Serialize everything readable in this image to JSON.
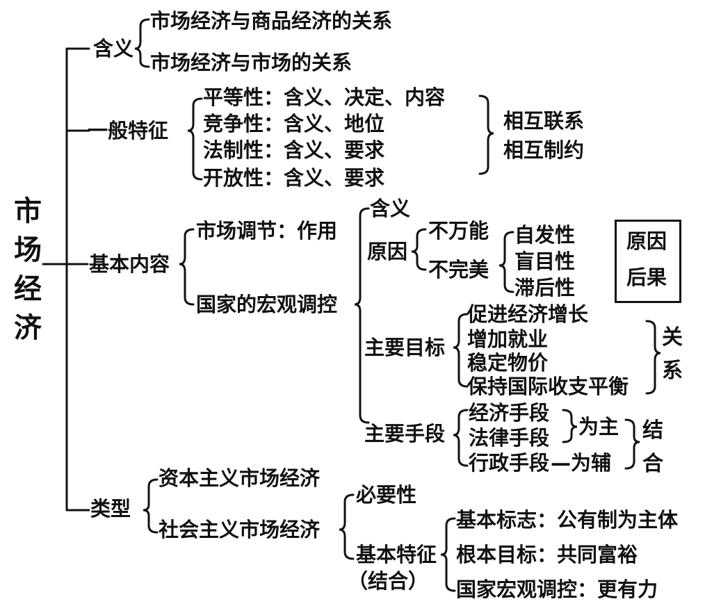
{
  "root": "市场经济",
  "meaning": {
    "label": "含义",
    "items": [
      "市场经济与商品经济的关系",
      "市场经济与市场的关系"
    ]
  },
  "features": {
    "label": "一般特征",
    "items": [
      "平等性：含义、决定、内容",
      "竞争性：含义、地位",
      "法制性：含义、要求",
      "开放性：含义、要求"
    ],
    "relation": [
      "相互联系",
      "相互制约"
    ]
  },
  "content": {
    "label": "基本内容",
    "market_regulation": "市场调节：作用",
    "macro_control": "国家的宏观调控",
    "macro_meaning": "含义",
    "reason": {
      "label": "原因",
      "items": [
        "不万能",
        "不完美"
      ],
      "defects": [
        "自发性",
        "盲目性",
        "滞后性"
      ],
      "box": [
        "原因",
        "后果"
      ]
    },
    "goals": {
      "label": "主要目标",
      "items": [
        "促进经济增长",
        "增加就业",
        "稳定物价",
        "保持国际收支平衡"
      ],
      "relation": "关系"
    },
    "means": {
      "label": "主要手段",
      "items": [
        "经济手段",
        "法律手段",
        "行政手段"
      ],
      "primary": "为主",
      "auxiliary": "—为辅",
      "combine": "结合"
    }
  },
  "types": {
    "label": "类型",
    "items": [
      "资本主义市场经济",
      "社会主义市场经济"
    ],
    "necessity": "必要性",
    "features_label": "基本特征",
    "combine_note": "（结合）",
    "features": [
      "基本标志：公有制为主体",
      "根本目标：共同富裕",
      "国家宏观调控：更有力"
    ]
  }
}
